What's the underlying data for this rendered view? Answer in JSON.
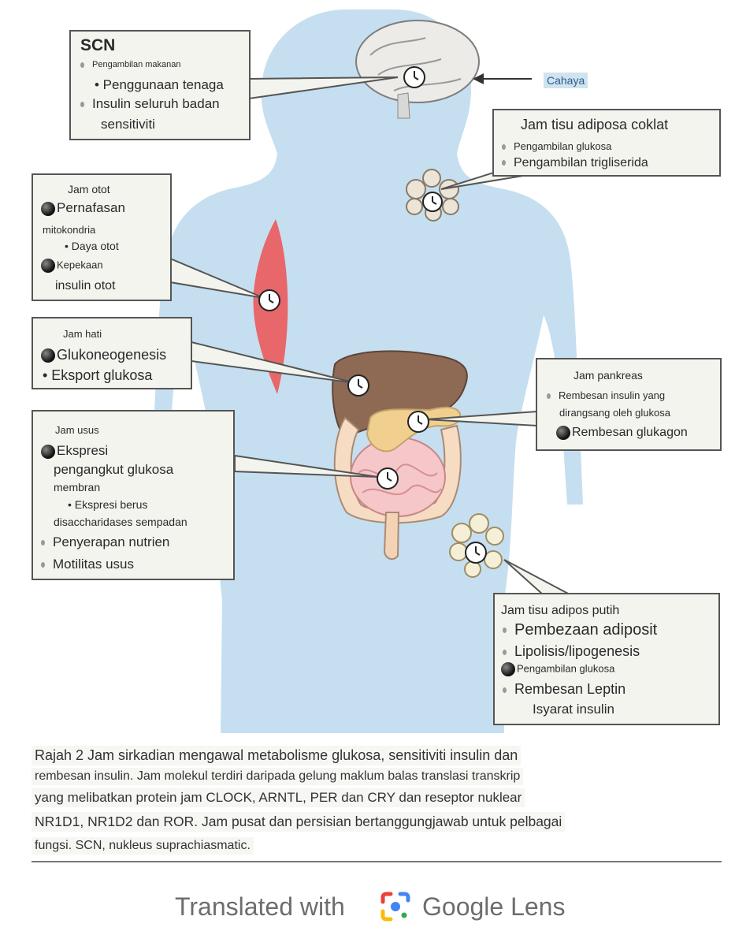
{
  "scn": {
    "title": "SCN",
    "items": [
      "Pengambilan makanan",
      "• Penggunaan tenaga",
      "Insulin seluruh badan",
      "sensitiviti"
    ]
  },
  "light_label": "Cahaya",
  "brown_adipose": {
    "title": "Jam tisu adiposa coklat",
    "items": [
      "Pengambilan glukosa",
      "Pengambilan trigliserida"
    ]
  },
  "muscle": {
    "title": "Jam otot",
    "items": [
      "Pernafasan",
      "mitokondria",
      "• Daya otot",
      "Kepekaan",
      "insulin otot"
    ]
  },
  "liver": {
    "title": "Jam hati",
    "items": [
      "Glukoneogenesis",
      "• Eksport glukosa"
    ]
  },
  "gut": {
    "title": "Jam usus",
    "items": [
      "Ekspresi",
      "pengangkut glukosa",
      "membran",
      "• Ekspresi berus",
      "disaccharidases sempadan",
      "Penyerapan nutrien",
      "Motilitas usus"
    ]
  },
  "pancreas": {
    "title": "Jam pankreas",
    "items": [
      "Rembesan insulin yang",
      "dirangsang oleh glukosa",
      "Rembesan glukagon"
    ]
  },
  "white_adipose": {
    "title": "Jam tisu adipos putih",
    "items": [
      "Pembezaan adiposit",
      "Lipolisis/lipogenesis",
      "Pengambilan glukosa",
      "Rembesan Leptin",
      "Isyarat insulin"
    ]
  },
  "caption": {
    "lines": [
      "Rajah 2 Jam sirkadian mengawal metabolisme glukosa, sensitiviti insulin dan",
      "rembesan insulin. Jam molekul terdiri daripada gelung maklum balas translasi transkrip",
      "yang melibatkan protein jam CLOCK, ARNTL, PER dan CRY dan reseptor nuklear",
      "NR1D1, NR1D2 dan ROR. Jam pusat dan persisian bertanggungjawab untuk pelbagai",
      "fungsi. SCN, nukleus suprachiasmatic."
    ]
  },
  "footer": {
    "translated_with": "Translated with",
    "brand": "Google Lens"
  },
  "colors": {
    "body": "#c5dff0",
    "muscle": "#e8676a",
    "liver": "#8e6a55",
    "pancreas": "#f1cf8e",
    "intestine": "#f6c7c9",
    "adipose": "#efe0bf",
    "box_bg": "#f4f4ef"
  },
  "icons": [
    "clock-icon",
    "arrow-left-icon",
    "google-lens-logo-icon"
  ]
}
